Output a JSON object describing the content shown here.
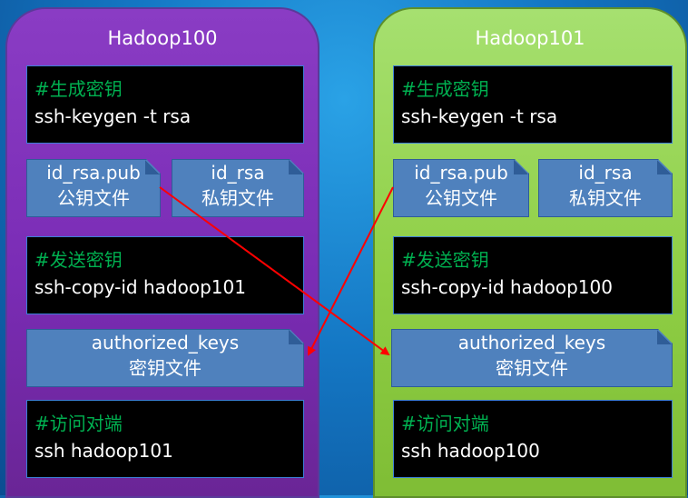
{
  "left": {
    "title": "Hadoop100",
    "gen": {
      "comment": "#生成密钥",
      "code": "ssh-keygen -t rsa"
    },
    "pub": {
      "name": "id_rsa.pub",
      "desc": "公钥文件"
    },
    "priv": {
      "name": "id_rsa",
      "desc": "私钥文件"
    },
    "send": {
      "comment": "#发送密钥",
      "code": "ssh-copy-id  hadoop101"
    },
    "auth": {
      "name": "authorized_keys",
      "desc": "密钥文件"
    },
    "visit": {
      "comment": "#访问对端",
      "code": "ssh hadoop101"
    }
  },
  "right": {
    "title": "Hadoop101",
    "gen": {
      "comment": "#生成密钥",
      "code": "ssh-keygen -t rsa"
    },
    "pub": {
      "name": "id_rsa.pub",
      "desc": "公钥文件"
    },
    "priv": {
      "name": "id_rsa",
      "desc": "私钥文件"
    },
    "send": {
      "comment": "#发送密钥",
      "code": "ssh-copy-id  hadoop100"
    },
    "auth": {
      "name": "authorized_keys",
      "desc": "密钥文件"
    },
    "visit": {
      "comment": "#访问对端",
      "code": "ssh hadoop100"
    }
  },
  "colors": {
    "left_panel": "#7a2cb5",
    "right_panel": "#8fcf45",
    "file_box": "#4f81bd",
    "comment_text": "#00b050",
    "arrow": "#ff0000"
  }
}
